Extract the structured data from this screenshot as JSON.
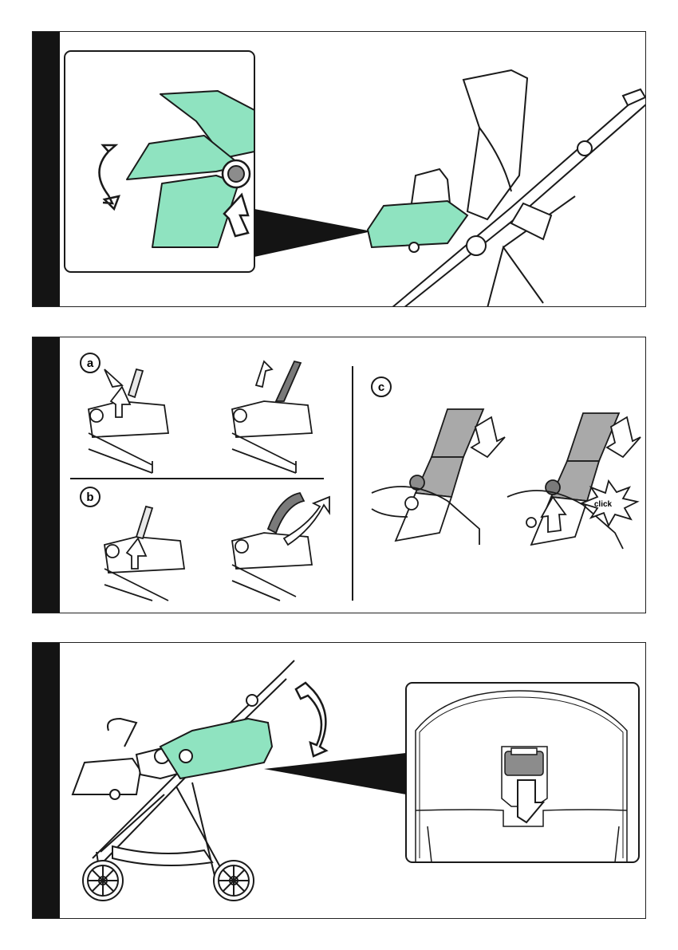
{
  "page": {
    "background": "#ffffff"
  },
  "colors": {
    "accent": "#8fe3c0",
    "line": "#1a1a1a",
    "bar": "#141414",
    "grey": "#a9a9a9",
    "dark_grey": "#7a7a7a"
  },
  "panels": [
    {
      "name": "footrest-adjust",
      "icons": [
        "rotate-arrows-icon",
        "push-arrow-icon",
        "button-icon"
      ]
    },
    {
      "name": "bumper-bar-attach",
      "steps": [
        {
          "label": "a"
        },
        {
          "label": "b"
        },
        {
          "label": "c",
          "callout": "click"
        }
      ]
    },
    {
      "name": "backrest-recline",
      "icons": [
        "rotate-arrows-icon",
        "push-up-arrow-icon",
        "recline-handle-icon"
      ]
    }
  ]
}
